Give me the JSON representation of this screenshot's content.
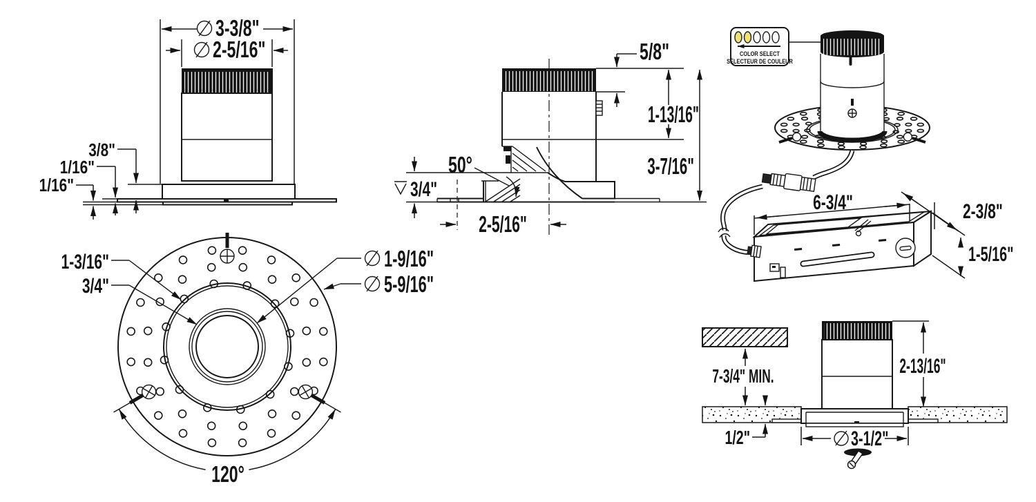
{
  "drawing": {
    "front_view": {
      "dia_outer": "3-3/8\"",
      "dia_inner": "2-5/16\"",
      "flange_height": "3/8\"",
      "plate_thickness": "1/16\"",
      "trim_thickness": "1/16\""
    },
    "plan_view": {
      "ring_width": "1-3/16\"",
      "inner_offset": "3/4\"",
      "dia_aperture": "1-9/16\"",
      "dia_plate": "5-9/16\"",
      "screw_angle": "120°"
    },
    "section_view": {
      "band_height": "5/8\"",
      "upper_height": "1-13/16\"",
      "total_height": "3-7/16\"",
      "tilt_angle": "50°",
      "recess_depth": "3/4\"",
      "center_offset": "2-5/16\""
    },
    "iso_view": {
      "badge_line1": "COLOR SELECT",
      "badge_line2": "SÉLECTEUR DE COULEUR",
      "box_length": "6-3/4\"",
      "box_depth": "2-3/8\"",
      "box_height": "1-5/16\""
    },
    "install_view": {
      "min_clearance": "7-3/4\" MIN.",
      "housing_height": "2-13/16\"",
      "ceiling_thickness": "1/2\"",
      "dia_cutout": "3-1/2\""
    }
  }
}
